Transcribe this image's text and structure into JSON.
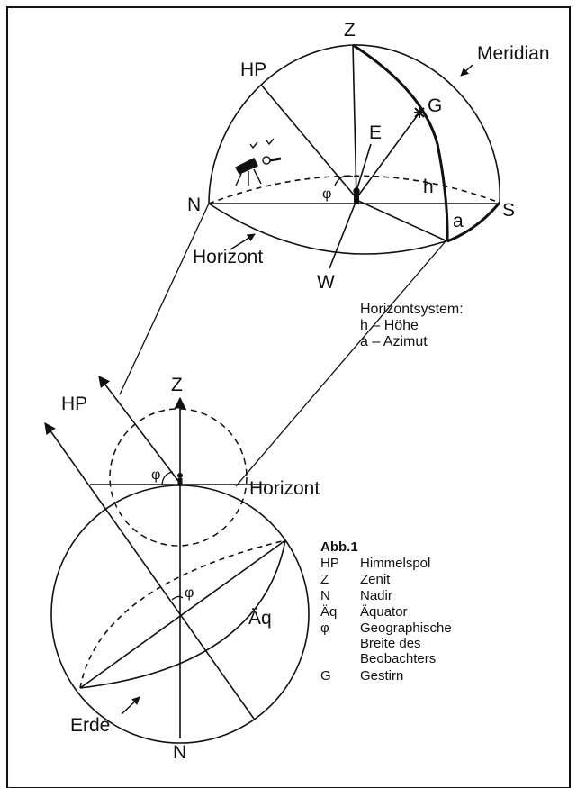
{
  "diagram": {
    "sky_labels": {
      "zenith": "Z",
      "pole": "HP",
      "meridian": "Meridian",
      "star": "G",
      "east": "E",
      "north": "N",
      "south": "S",
      "west": "W",
      "height": "h",
      "azimuth": "a",
      "latitude": "φ",
      "horizon": "Horizont"
    },
    "horizon_system": {
      "title": "Horizontsystem:",
      "line1": "h – Höhe",
      "line2": "a – Azimut"
    },
    "earth_labels": {
      "pole": "HP",
      "zenith": "Z",
      "horizon": "Horizont",
      "latitude_small": "φ",
      "latitude": "φ",
      "equator": "Äq",
      "earth": "Erde",
      "nadir": "N"
    },
    "legend": {
      "title": "Abb.1",
      "items": [
        {
          "key": "HP",
          "text": "Himmelspol"
        },
        {
          "key": "Z",
          "text": "Zenit"
        },
        {
          "key": "N",
          "text": "Nadir"
        },
        {
          "key": "Äq",
          "text": "Äquator"
        },
        {
          "key": "φ",
          "text": "Geographische"
        },
        {
          "key": "",
          "text": "Breite des"
        },
        {
          "key": "",
          "text": "Beobachters"
        },
        {
          "key": "G",
          "text": "Gestirn"
        }
      ]
    }
  }
}
